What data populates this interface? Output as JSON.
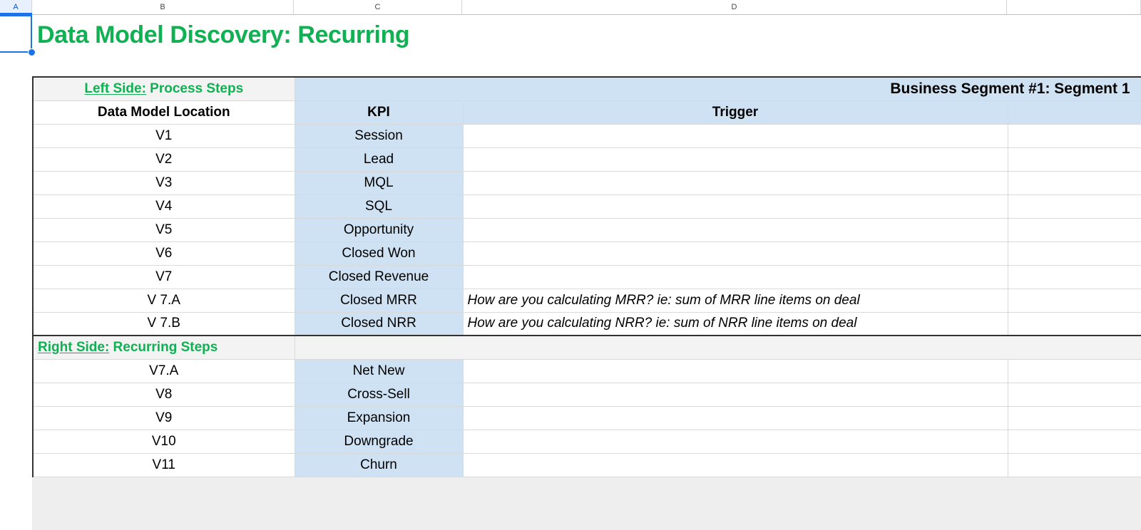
{
  "spreadsheet": {
    "column_headers": [
      "A",
      "B",
      "C",
      "D",
      ""
    ],
    "selected_cell": "A1",
    "title": "Data Model Discovery: Recurring"
  },
  "table": {
    "left_section": {
      "label_underlined": "Left Side:",
      "label_rest": " Process Steps"
    },
    "right_section": {
      "label_underlined": "Right Side:",
      "label_rest": " Recurring Steps"
    },
    "segment_header": "Business Segment #1: Segment 1",
    "column_titles": {
      "location": "Data Model Location",
      "kpi": "KPI",
      "trigger": "Trigger",
      "extra": ""
    },
    "process_rows": [
      {
        "location": "V1",
        "kpi": "Session",
        "trigger": ""
      },
      {
        "location": "V2",
        "kpi": "Lead",
        "trigger": ""
      },
      {
        "location": "V3",
        "kpi": "MQL",
        "trigger": ""
      },
      {
        "location": "V4",
        "kpi": "SQL",
        "trigger": ""
      },
      {
        "location": "V5",
        "kpi": "Opportunity",
        "trigger": ""
      },
      {
        "location": "V6",
        "kpi": "Closed Won",
        "trigger": ""
      },
      {
        "location": "V7",
        "kpi": "Closed Revenue",
        "trigger": ""
      },
      {
        "location": "V 7.A",
        "kpi": "Closed MRR",
        "trigger": "How are you calculating MRR? ie: sum of MRR line items on deal"
      },
      {
        "location": "V 7.B",
        "kpi": "Closed NRR",
        "trigger": "How are you calculating NRR? ie: sum of NRR line items on deal"
      }
    ],
    "recurring_rows": [
      {
        "location": "V7.A",
        "kpi": "Net New",
        "trigger": ""
      },
      {
        "location": "V8",
        "kpi": "Cross-Sell",
        "trigger": ""
      },
      {
        "location": "V9",
        "kpi": "Expansion",
        "trigger": ""
      },
      {
        "location": "V10",
        "kpi": "Downgrade",
        "trigger": ""
      },
      {
        "location": "V11",
        "kpi": "Churn",
        "trigger": ""
      }
    ]
  },
  "colors": {
    "accent_green": "#0fb152",
    "fill_blue": "#cfe2f3",
    "fill_grey": "#f3f3f3",
    "selection_blue": "#1a73e8"
  }
}
